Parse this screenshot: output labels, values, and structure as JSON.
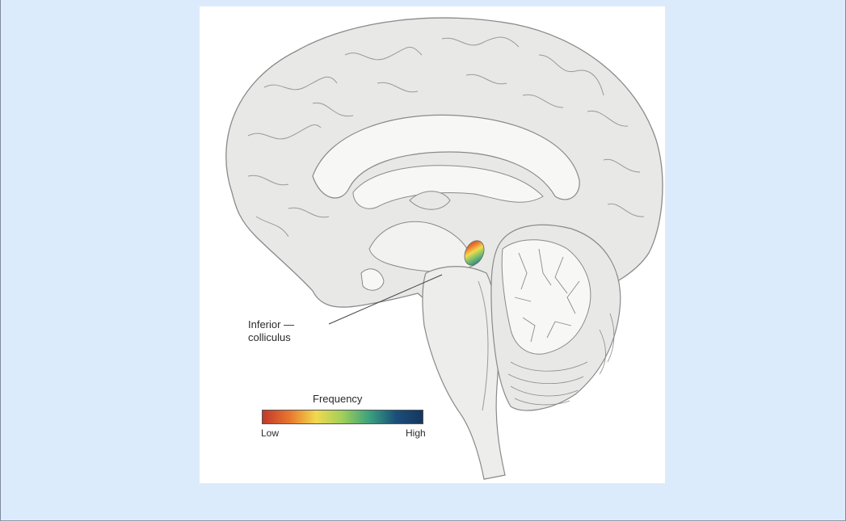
{
  "figure": {
    "callout_line1": "Inferior —",
    "callout_line2": "colliculus",
    "legend": {
      "title": "Frequency",
      "low_label": "Low",
      "high_label": "High",
      "gradient_colors": [
        "#c0392b",
        "#e8762e",
        "#f2d94e",
        "#9fcf5a",
        "#3aa17e",
        "#1a4f7a",
        "#16365e"
      ]
    },
    "colors": {
      "brain_fill": "#e8e8e6",
      "brain_stroke": "#8a8a8a",
      "ventricle_fill": "#f7f7f5",
      "background": "#dcebfb"
    }
  }
}
